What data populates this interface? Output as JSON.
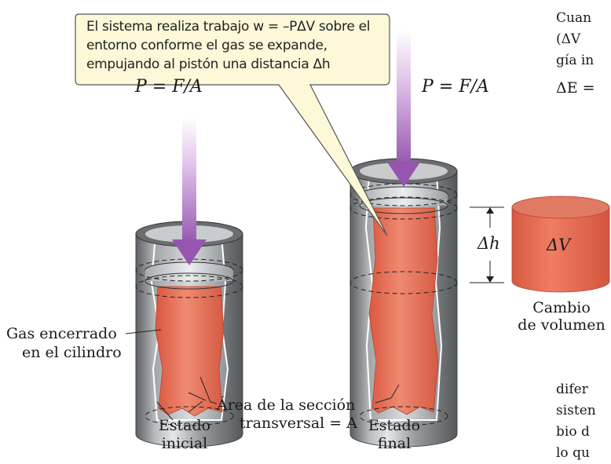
{
  "callout": {
    "text": "El sistema realiza trabajo w = –PΔV sobre el entorno conforme el gas se expande, empujando al pistón una distancia Δh"
  },
  "labels": {
    "pressure_left": "P = F/A",
    "pressure_right": "P = F/A",
    "delta_h": "Δh",
    "delta_v": "ΔV",
    "volume_change_line1": "Cambio",
    "volume_change_line2": "de volumen",
    "gas_line1": "Gas encerrado",
    "gas_line2": "en el cilindro",
    "area_line1": "Área de la sección",
    "area_line2": "transversal = A",
    "initial_line1": "Estado",
    "initial_line2": "inicial",
    "final_line1": "Estado",
    "final_line2": "final"
  },
  "side_text": {
    "line1": "Cuan",
    "line2": "(ΔV",
    "line3": "gía in",
    "line4": "ΔE =",
    "line5": "difer",
    "line6": "sisten",
    "line7": "bio d",
    "line8": "lo qu"
  },
  "colors": {
    "gas": "#e8705a",
    "cylinder": "#8a8d90",
    "arrow": "#9b59b6",
    "callout_bg": "#fdf8d8"
  }
}
